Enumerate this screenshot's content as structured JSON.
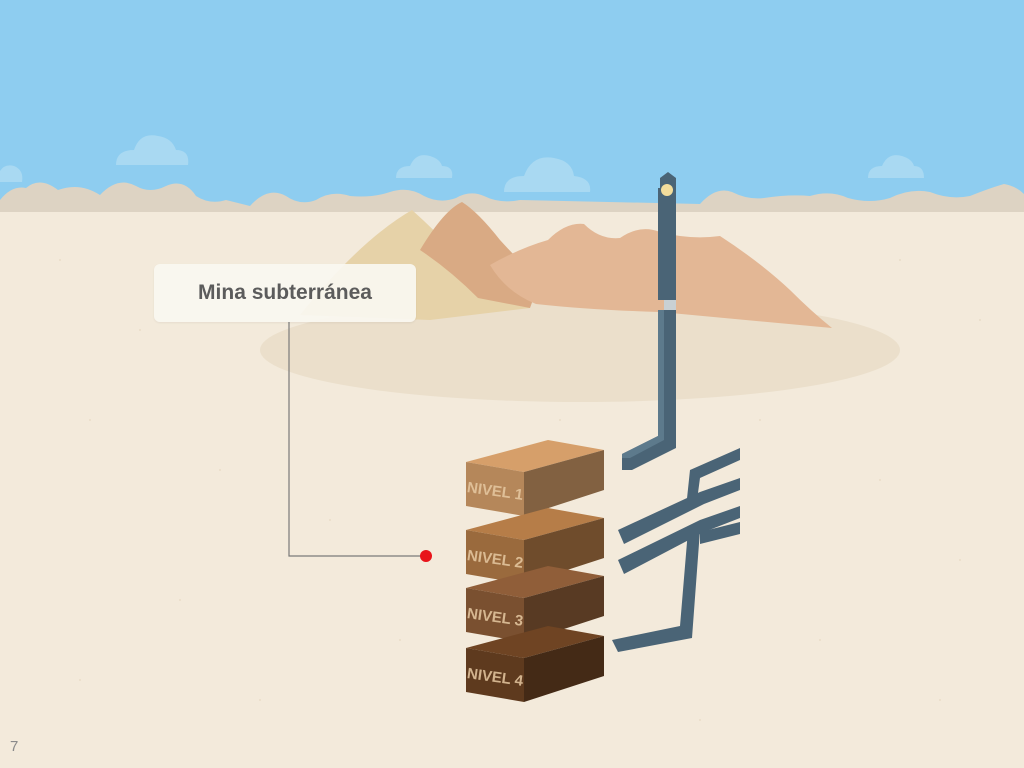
{
  "callout": {
    "label": "Mina subterránea"
  },
  "levels": [
    {
      "label": "NIVEL 1",
      "color": "#b5875a"
    },
    {
      "label": "NIVEL 2",
      "color": "#9a6a3d"
    },
    {
      "label": "NIVEL 3",
      "color": "#7a5030"
    },
    {
      "label": "NIVEL 4",
      "color": "#5e3a1e"
    }
  ],
  "page_number": "7",
  "colors": {
    "sky": "#8ecdf0",
    "ground": "#f3eadb",
    "pipe": "#4a6476",
    "marker": "#e8141a",
    "leader_line": "#7a7a7a"
  }
}
